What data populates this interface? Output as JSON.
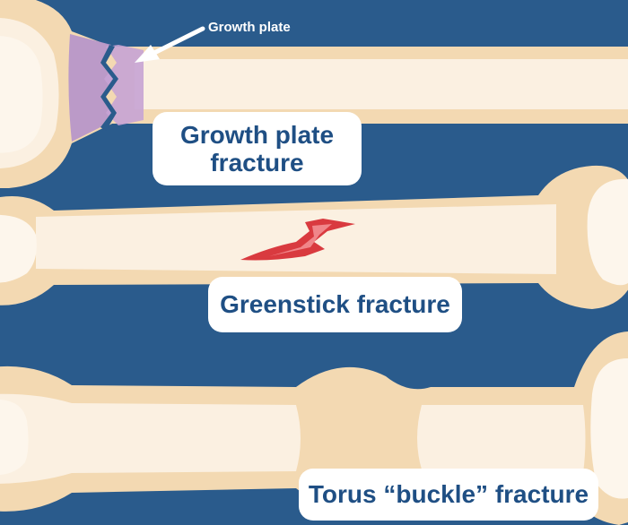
{
  "callout": {
    "text": "Growth plate"
  },
  "labels": {
    "growth_plate_line1": "Growth plate",
    "growth_plate_line2": "fracture",
    "greenstick": "Greenstick fracture",
    "torus": "Torus “buckle” fracture"
  },
  "colors": {
    "background": "#2a5b8c",
    "bone_outer": "#f3d9b2",
    "bone_inner": "#fbf0e1",
    "bone_marrow": "#fdf6ec",
    "growth_plate": "#b797c9",
    "fracture_red": "#d93a3f",
    "label_text": "#1f4f84"
  },
  "icons": [
    "arrow-icon",
    "crack-icon"
  ]
}
